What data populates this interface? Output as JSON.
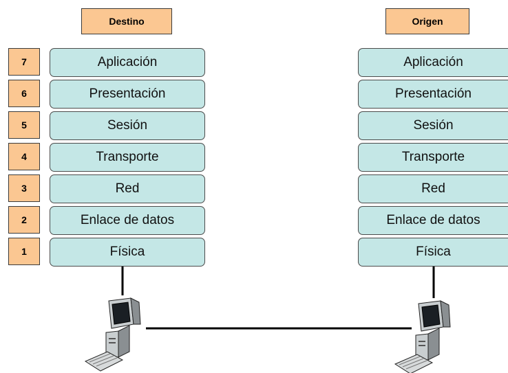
{
  "headers": {
    "destination": "Destino",
    "origin": "Origen"
  },
  "layer_numbers": [
    "7",
    "6",
    "5",
    "4",
    "3",
    "2",
    "1"
  ],
  "destination_layers": [
    "Aplicación",
    "Presentación",
    "Sesión",
    "Transporte",
    "Red",
    "Enlace de datos",
    "Física"
  ],
  "origin_layers": [
    "Aplicación",
    "Presentación",
    "Sesión",
    "Transporte",
    "Red",
    "Enlace de datos",
    "Física"
  ],
  "colors": {
    "header_fill": "#fbc792",
    "layer_fill": "#c4e7e6",
    "line": "#000000"
  },
  "icons": {
    "left_host": "computer-icon",
    "right_host": "computer-icon"
  }
}
